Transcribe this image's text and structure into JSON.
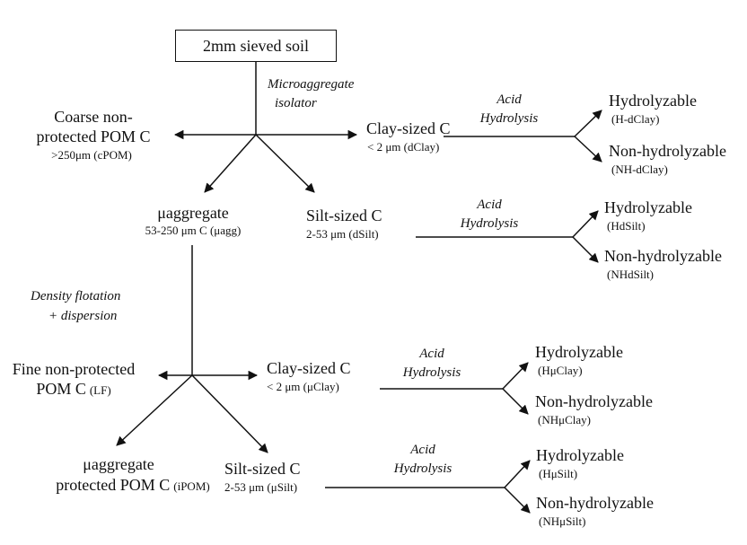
{
  "root": {
    "label": "2mm sieved soil"
  },
  "process_labels": {
    "microaggregate_isolator_line1": "Microaggregate",
    "microaggregate_isolator_line2": "isolator",
    "density_flotation_line1": "Density flotation",
    "density_flotation_line2": "+ dispersion",
    "acid": "Acid",
    "hydrolysis": "Hydrolysis"
  },
  "nodes": {
    "cpom": {
      "line1": "Coarse non-",
      "line2": "protected POM C",
      "line3": ">250μm  (cPOM)"
    },
    "dclay": {
      "line1": "Clay-sized C",
      "line2": "< 2 μm (dClay)"
    },
    "magg": {
      "line1": "μaggregate",
      "line2": "53-250 μm C (μagg)"
    },
    "dsilt": {
      "line1": "Silt-sized C",
      "line2": "2-53 μm  (dSilt)"
    },
    "lf": {
      "line1": "Fine non-protected",
      "line2_main": "POM C",
      "line2_small": "(LF)"
    },
    "muclay": {
      "line1": "Clay-sized C",
      "line2": "< 2 μm (μClay)"
    },
    "ipom": {
      "line1": "μaggregate",
      "line2_main": "protected POM C",
      "line2_small": "(iPOM)"
    },
    "musilt": {
      "line1": "Silt-sized C",
      "line2": "2-53 μm (μSilt)"
    }
  },
  "outcomes": {
    "h_dclay": {
      "label": "Hydrolyzable",
      "code": "(H-dClay)"
    },
    "nh_dclay": {
      "label": "Non-hydrolyzable",
      "code": "(NH-dClay)"
    },
    "h_dsilt": {
      "label": "Hydrolyzable",
      "code": "(HdSilt)"
    },
    "nh_dsilt": {
      "label": "Non-hydrolyzable",
      "code": "(NHdSilt)"
    },
    "h_muclay": {
      "label": "Hydrolyzable",
      "code": "(HμClay)"
    },
    "nh_muclay": {
      "label": "Non-hydrolyzable",
      "code": "(NHμClay)"
    },
    "h_musilt": {
      "label": "Hydrolyzable",
      "code": "(HμSilt)"
    },
    "nh_musilt": {
      "label": "Non-hydrolyzable",
      "code": "(NHμSilt)"
    }
  }
}
